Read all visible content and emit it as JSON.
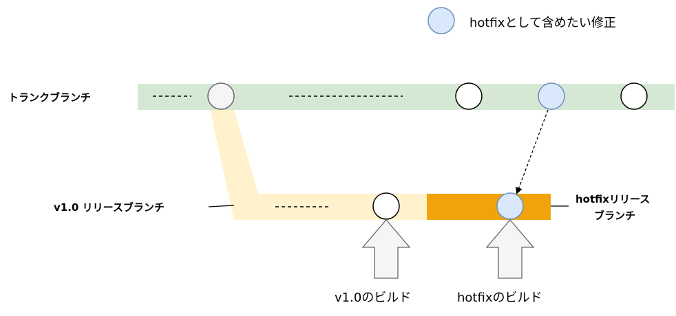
{
  "legend": {
    "label": "hotfixとして含めたい修正",
    "marker_color": "#dae8fc"
  },
  "branches": {
    "trunk": {
      "label": "トランクブランチ",
      "color": "#d5e8d4"
    },
    "v1": {
      "label": "v1.0 リリースブランチ",
      "color": "#fff2cc"
    },
    "hotfix": {
      "label_line1": "hotfixリリース",
      "label_line2": "ブランチ",
      "color": "#f0a30a"
    }
  },
  "builds": {
    "v1": {
      "label": "v1.0のビルド"
    },
    "hotfix": {
      "label": "hotfixのビルド"
    }
  },
  "colors": {
    "commit_fill": "#ffffff",
    "branch_point_fill": "#f5f5f5",
    "fix_fill": "#dae8fc",
    "fix_stroke": "#6c8ebf",
    "arrow_fill": "#f5f5f5",
    "arrow_stroke": "#666666"
  }
}
